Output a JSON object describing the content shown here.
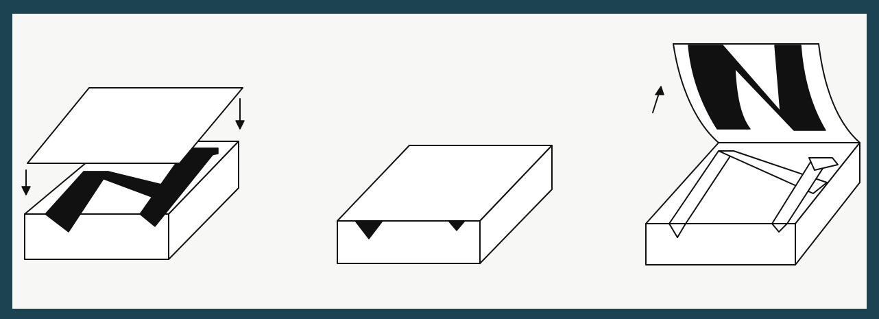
{
  "colors": {
    "frame": "#1b4350",
    "paper": "#f7f7f5",
    "ink": "#111111"
  },
  "figures": [
    {
      "id": "stage-1",
      "description_icon": "block-with-press-plate-icon"
    },
    {
      "id": "stage-2",
      "description_icon": "block-with-v-grooves-icon"
    },
    {
      "id": "stage-3",
      "description_icon": "block-with-printed-sheet-lifting-icon"
    }
  ]
}
